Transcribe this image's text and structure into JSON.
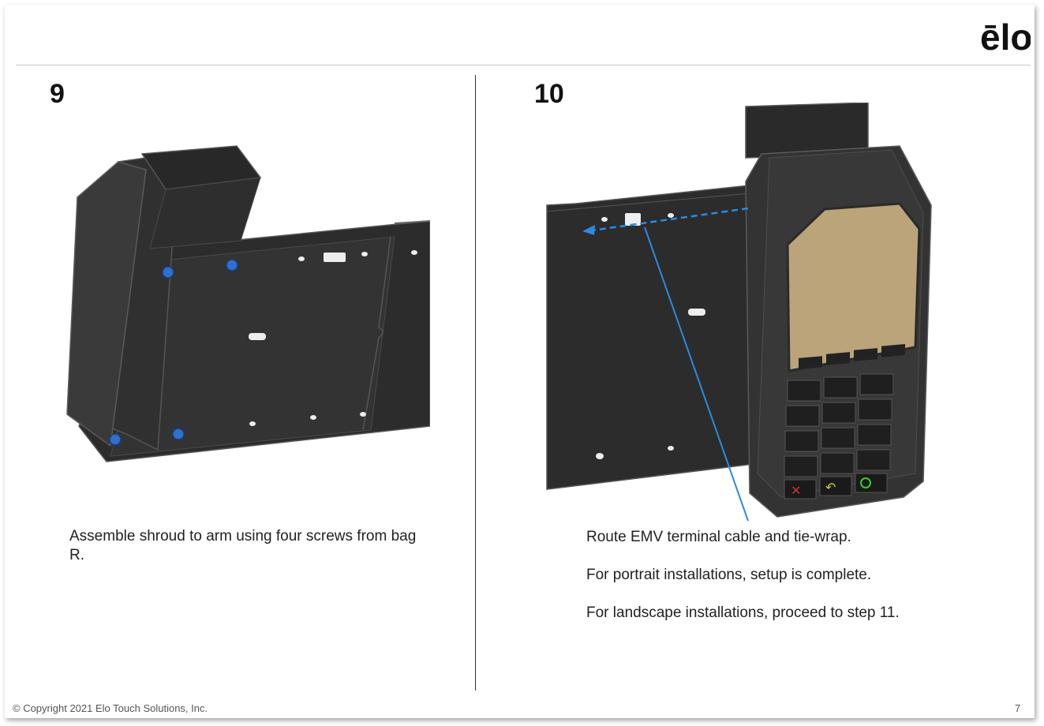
{
  "brand": {
    "logo_text": "ēlo"
  },
  "steps": [
    {
      "number": "9",
      "caption": "Assemble shroud to arm using four screws from bag R."
    },
    {
      "number": "10",
      "lines": [
        "Route EMV terminal cable and tie-wrap.",
        "For portrait installations, setup is complete.",
        "For landscape installations, proceed to step 11."
      ]
    }
  ],
  "footer": {
    "copyright": "© Copyright 2021 Elo Touch Solutions, Inc.",
    "page_number": "7"
  },
  "colors": {
    "arrow": "#2a8be0",
    "screw": "#2f6fd0",
    "bracket": "#2f2f2f",
    "screen": "#bba37a"
  }
}
